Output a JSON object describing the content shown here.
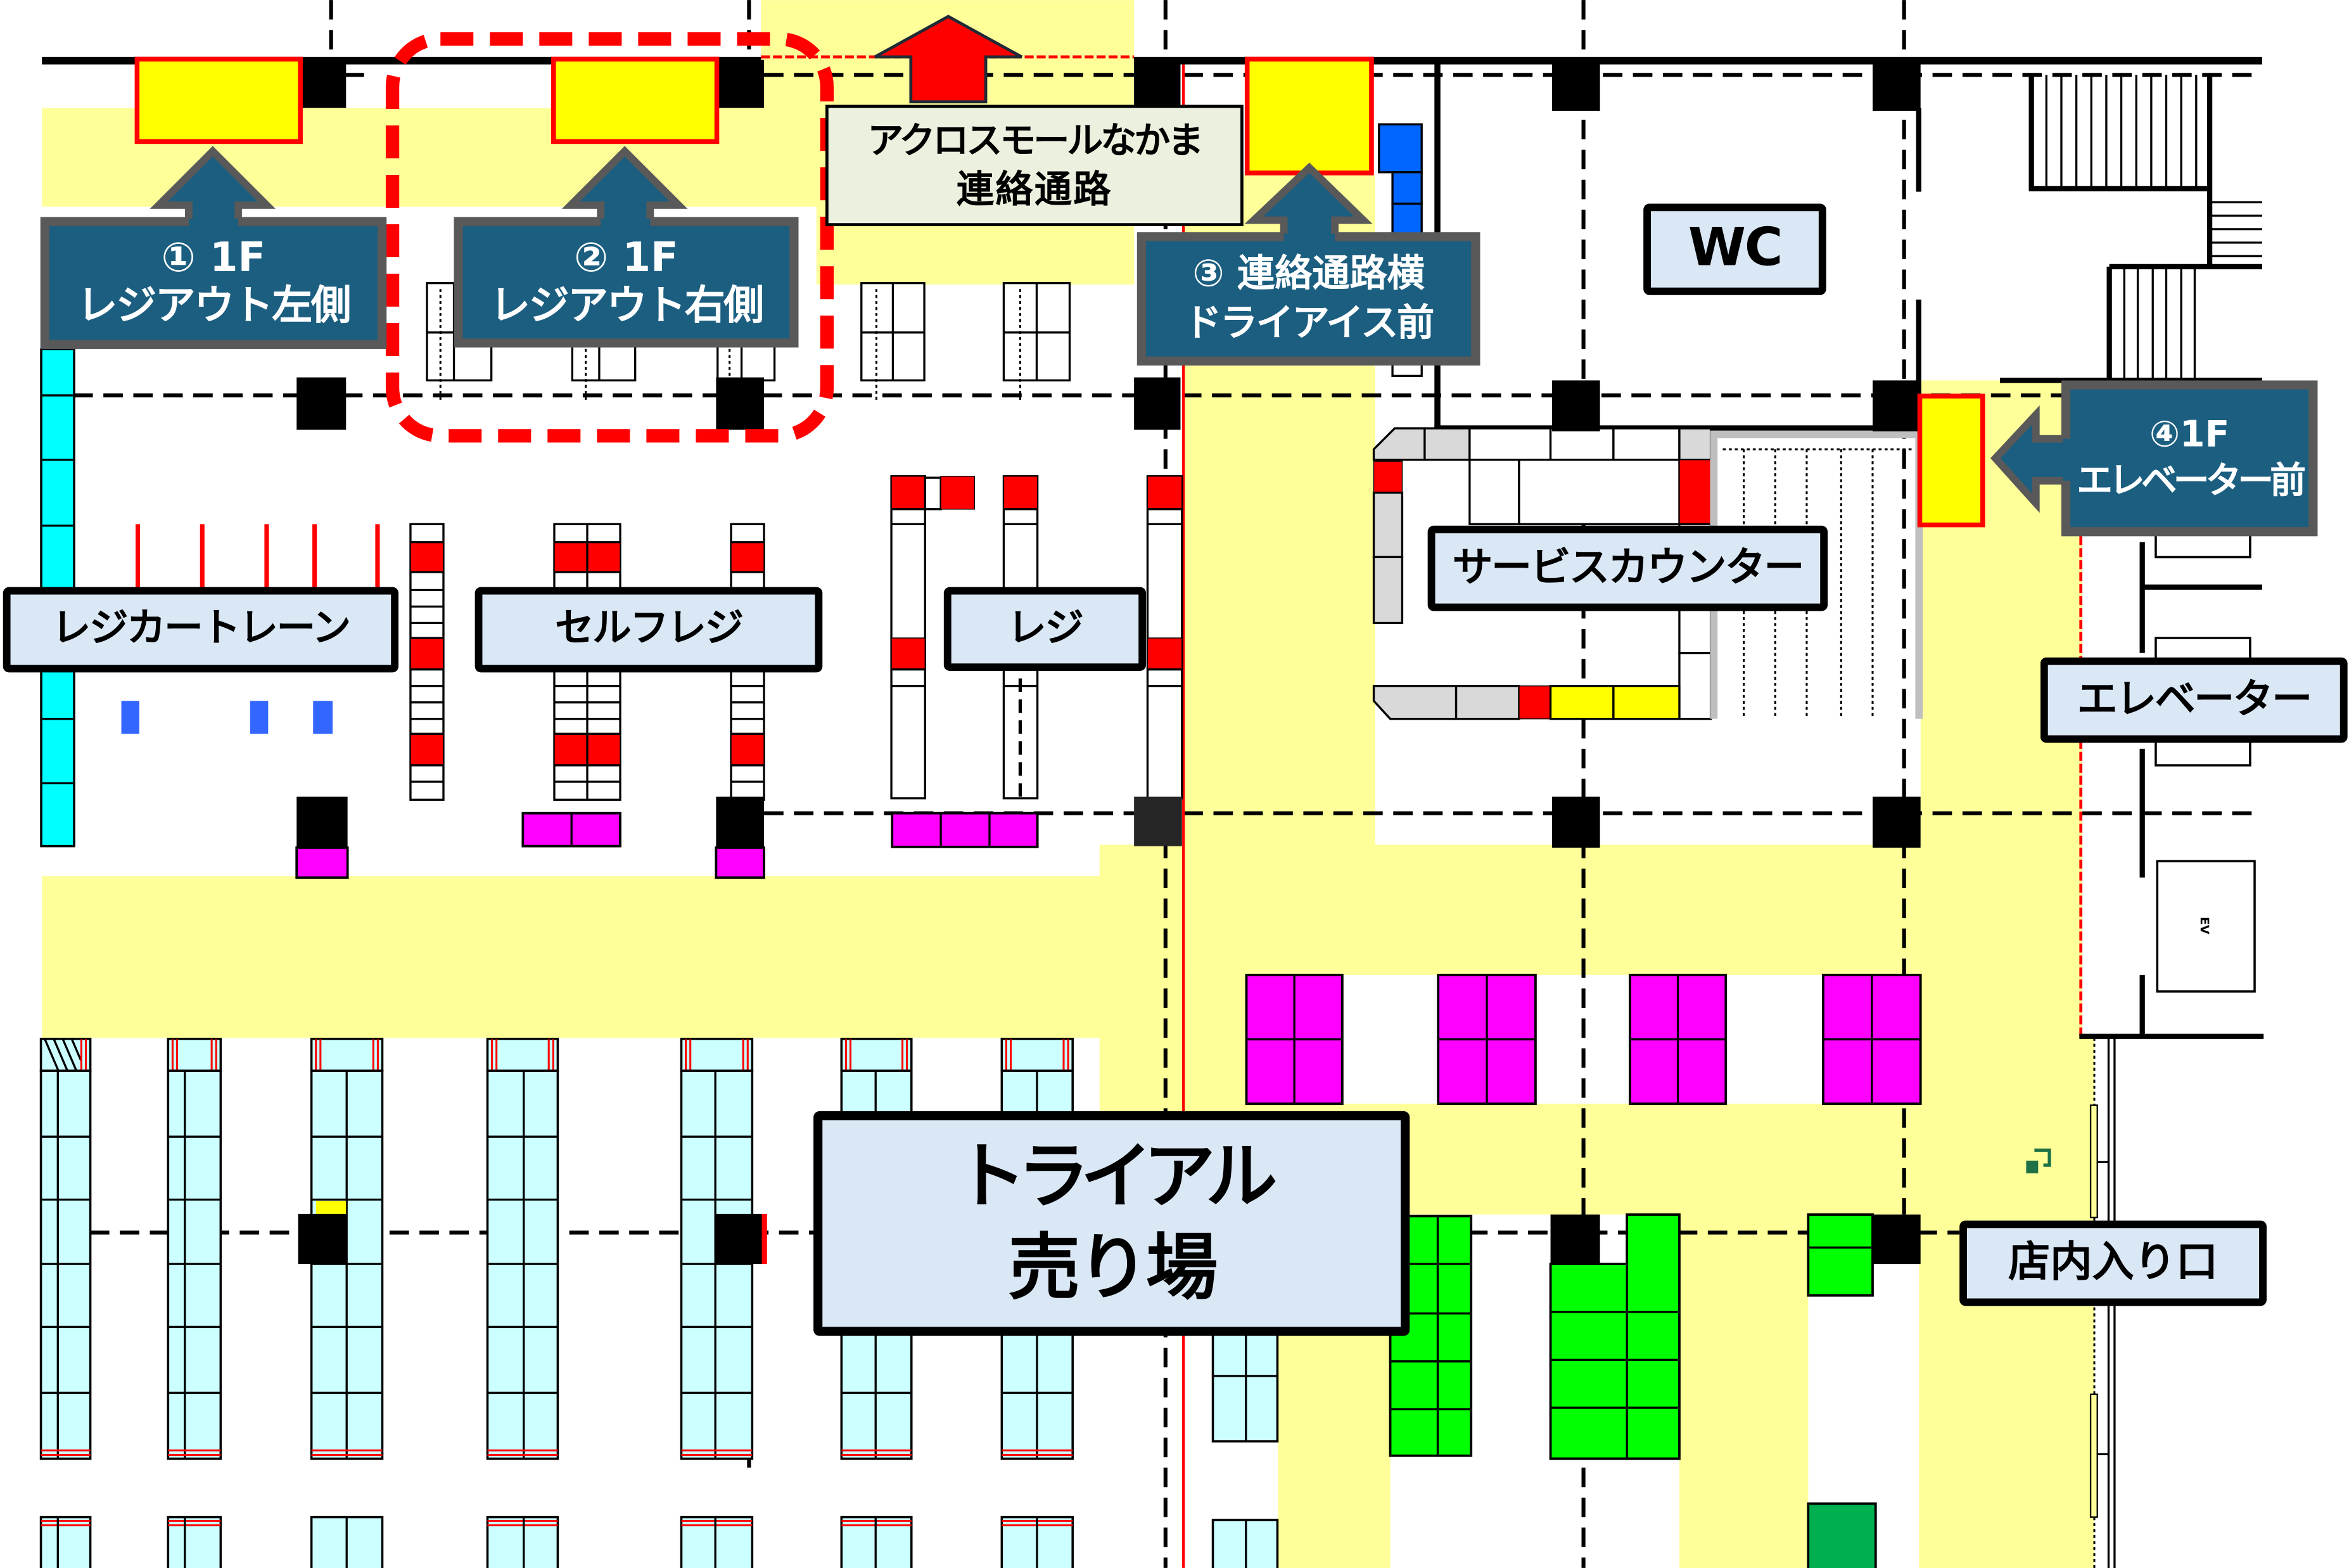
{
  "callouts": [
    {
      "number": "①",
      "line1": "① 1F",
      "line2": "レジアウト左側",
      "arrow_direction": "up"
    },
    {
      "number": "②",
      "line1": "② 1F",
      "line2": "レジアウト右側",
      "arrow_direction": "up"
    },
    {
      "number": "③",
      "line1": "③ 連絡通路横",
      "line2": "ドライアイス前",
      "arrow_direction": "up"
    },
    {
      "number": "④",
      "line1": "④1F",
      "line2": "エレベーター前",
      "arrow_direction": "left"
    }
  ],
  "areas": {
    "corridor": {
      "line1": "アクロスモールなかま",
      "line2": "連絡通路"
    },
    "wc": "WC",
    "cart_lane": "レジカートレーン",
    "self_checkout": "セルフレジ",
    "register": "レジ",
    "service_counter": "サービスカウンター",
    "elevator": "エレベーター",
    "elevator_tag": "EV",
    "sales_floor": {
      "line1": "トライアル",
      "line2": "売り場"
    },
    "entrance": "店内入り口"
  },
  "colors": {
    "walkway": "#FFFF99",
    "callout_fill": "#1B5E80",
    "callout_border": "#595959",
    "callout_text": "#FFFFFF",
    "label_fill": "#DAE7F5",
    "corridor_label_fill": "#EBF1DE",
    "marker_fill": "#FFFF00",
    "marker_border": "#FF0000",
    "highlight_outline": "#FF0000",
    "corridor_arrow": "#FF0000",
    "shelf": "#CCFFFF",
    "cart_rack": "#00FFFF",
    "display_magenta": "#FF00FF",
    "display_green": "#00FF00",
    "display_dark_green": "#00B050",
    "freezer_blue": "#0066FF",
    "pillar": "#000000"
  }
}
